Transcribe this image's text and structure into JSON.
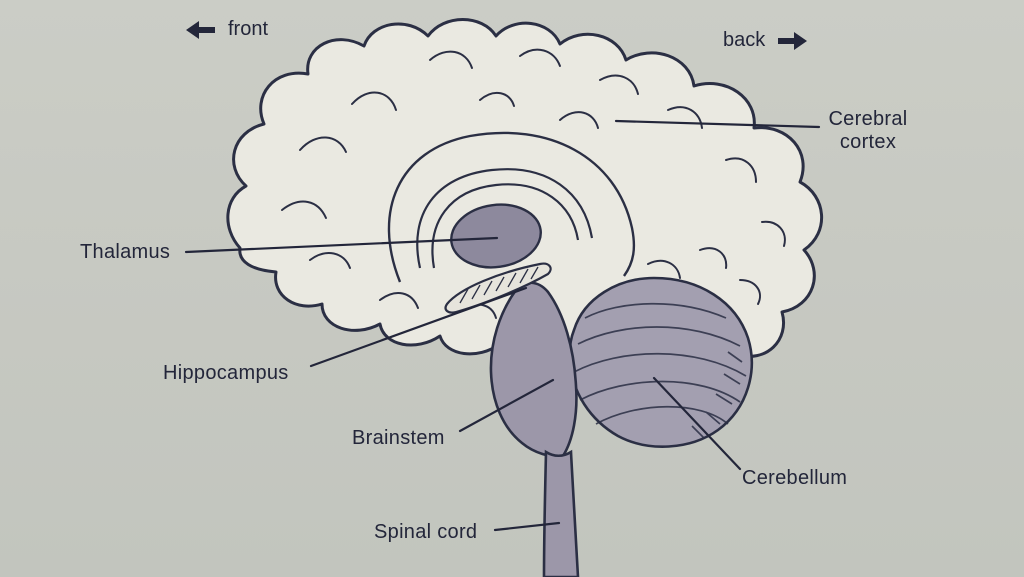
{
  "diagram": {
    "orientation": {
      "front": "front",
      "back": "back"
    },
    "labels": {
      "cerebral_cortex": "Cerebral\ncortex",
      "thalamus": "Thalamus",
      "hippocampus": "Hippocampus",
      "brainstem": "Brainstem",
      "spinal_cord": "Spinal cord",
      "cerebellum": "Cerebellum"
    },
    "colors": {
      "background": "#c8cac3",
      "outline": "#2b2f44",
      "cortex_fill": "#eae9e1",
      "structure_fill": "#9c97a9",
      "thalamus_fill": "#8d899d",
      "cerebellum_fill": "#a39fb0",
      "text": "#23263a"
    }
  }
}
